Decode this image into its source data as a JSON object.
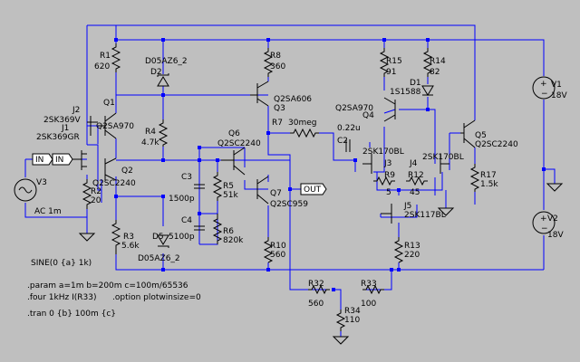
{
  "labels": {
    "R1": "R1",
    "R1v": "620",
    "D2": "D2",
    "D2v": "D05AZ6_2",
    "R8": "R8",
    "R8v": "360",
    "R15": "R15",
    "R15v": "91",
    "R14": "R14",
    "R14v": "82",
    "D1": "D1",
    "D1v": "1S1588",
    "V1": "V1",
    "V1v": "18V",
    "J2": "J2",
    "J2v": "2SK369V",
    "J1": "J1",
    "J1v": "2SK369GR",
    "Q1": "Q1",
    "Q1v": "Q2SA970",
    "R4": "R4",
    "R4v": "4.7k",
    "Q3": "Q3",
    "Q3v": "Q2SA606",
    "Q4": "Q4",
    "Q4v": "Q2SA970",
    "R7": "R7",
    "R7v": "30meg",
    "C2": "C2",
    "C2v": "0.22u",
    "Q5": "Q5",
    "Q5v": "Q2SC2240",
    "Q6": "Q6",
    "Q6v": "Q2SC2240",
    "J3": "J3",
    "J3v": "2SK170BL",
    "J4": "J4",
    "J4v": "2SK170BL",
    "R9": "R9",
    "R9v": "5",
    "R12": "R12",
    "R12v": "45",
    "R17": "R17",
    "R17v": "1.5k",
    "Q2": "Q2",
    "Q2v": "Q2SC2240",
    "C3": "C3",
    "C3v": "1500p",
    "R5": "R5",
    "R5v": "51k",
    "R2": "R2",
    "R2v": "20",
    "V3": "V3",
    "V3v": "AC 1m",
    "Q7": "Q7",
    "Q7v": "Q2SC959",
    "C4": "C4",
    "C4v": "5100p",
    "R6": "R6",
    "R6v": "820k",
    "J5": "J5",
    "J5v": "2SK117BL",
    "V2": "V2",
    "V2v": "18V",
    "R3": "R3",
    "R3v": "5.6k",
    "D5": "D5",
    "D5v": "D05AZ6_2",
    "R10": "R10",
    "R10v": "560",
    "R13": "R13",
    "R13v": "220",
    "R32": "R32",
    "R32v": "560",
    "R33": "R33",
    "R33v": "100",
    "R34": "R34",
    "R34v": "110"
  },
  "net_labels": {
    "in1": "IN",
    "in2": "IN",
    "out": "OUT"
  },
  "directives": {
    "sine": "SINE(0 {a} 1k)",
    "param": ".param a=1m b=200m c=100m/65536",
    "four": ".four 1kHz I(R33)",
    "option": ".option plotwinsize=0",
    "tran": ".tran 0 {b} 100m {c}"
  },
  "colors": {
    "background": "#bfbfbf",
    "wire": "#0000ff",
    "component": "#000000"
  }
}
